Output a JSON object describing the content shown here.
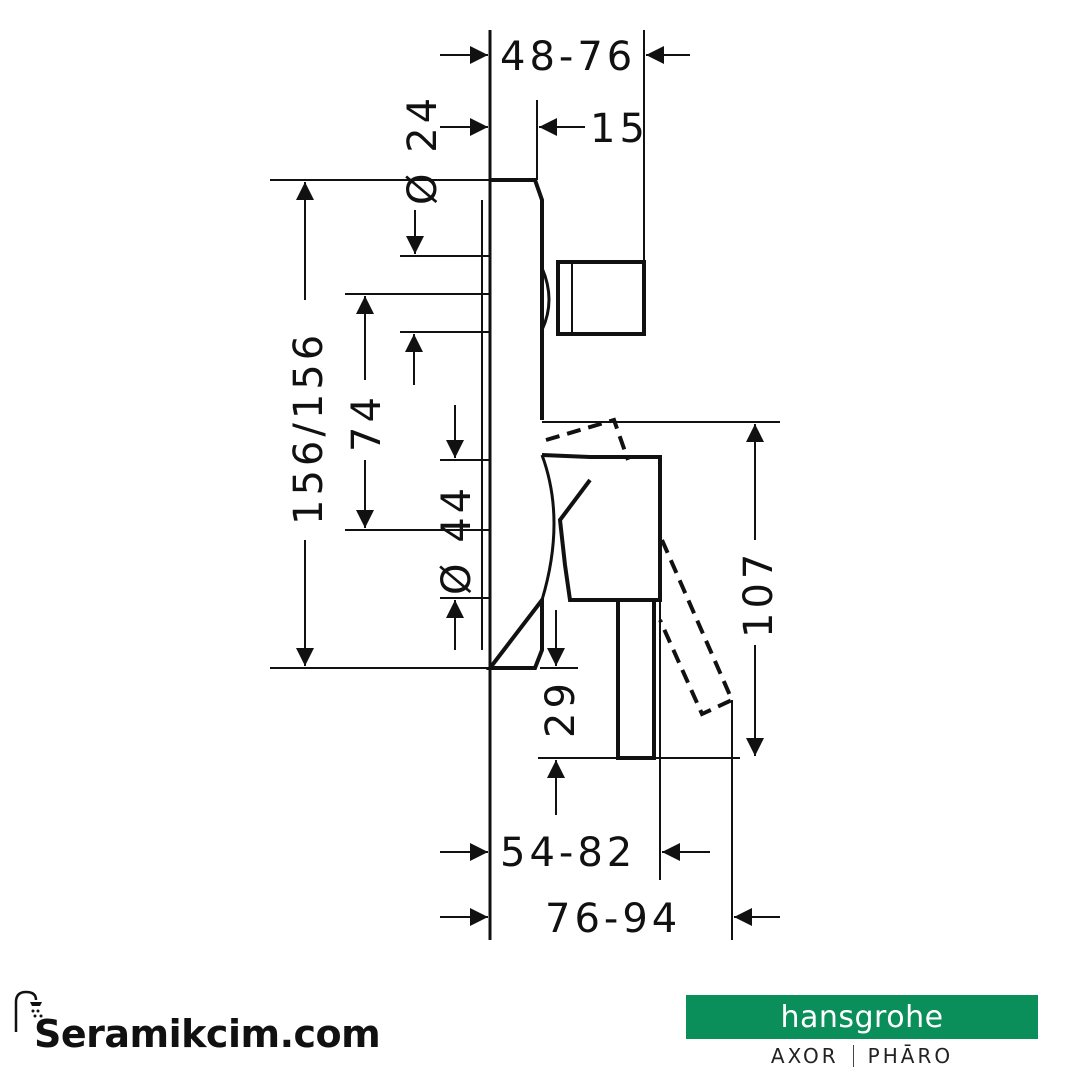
{
  "dimensions": {
    "top_depth": "48-76",
    "rosette_diameter": "Ø 24",
    "spout_offset": "15",
    "total_height": "156/156",
    "upper_spacing": "74",
    "lower_diameter": "Ø 44",
    "handle_drop": "29",
    "lever_height": "107",
    "mid_depth": "54-82",
    "bottom_depth": "76-94"
  },
  "branding": {
    "site": "Seramikcim.com",
    "manufacturer": "hansgrohe",
    "sub_brand_1": "AXOR",
    "sub_brand_2": "PHĀRO"
  },
  "icons": {
    "site_logo": "shower-head-icon"
  },
  "colors": {
    "line": "#111111",
    "hansgrohe_green": "#0a8f5a",
    "background": "#ffffff"
  }
}
